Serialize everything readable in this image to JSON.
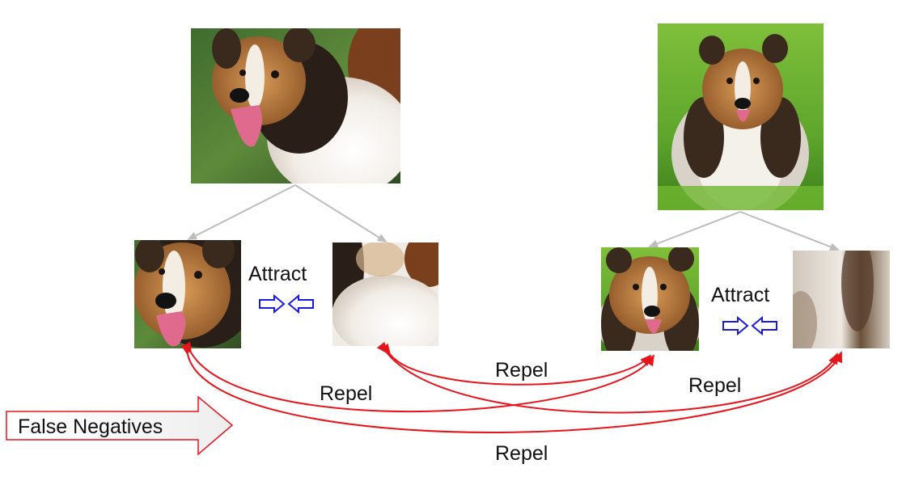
{
  "labels": {
    "attract": "Attract",
    "repel": "Repel",
    "false_negatives": "False Negatives"
  },
  "images": {
    "dog1_full": "sheltie-photo",
    "dog1_crop_face": "sheltie-face-crop",
    "dog1_crop_fur": "sheltie-fur-crop",
    "dog2_full": "collie-photo",
    "dog2_crop_face": "collie-face-crop",
    "dog2_crop_fur": "collie-fur-crop"
  },
  "colors": {
    "augment_arrow": "#bdbdbd",
    "repel_arrow": "#e8141b",
    "attract_arrow": "#1a1adf",
    "false_neg_border": "#e8141b"
  }
}
